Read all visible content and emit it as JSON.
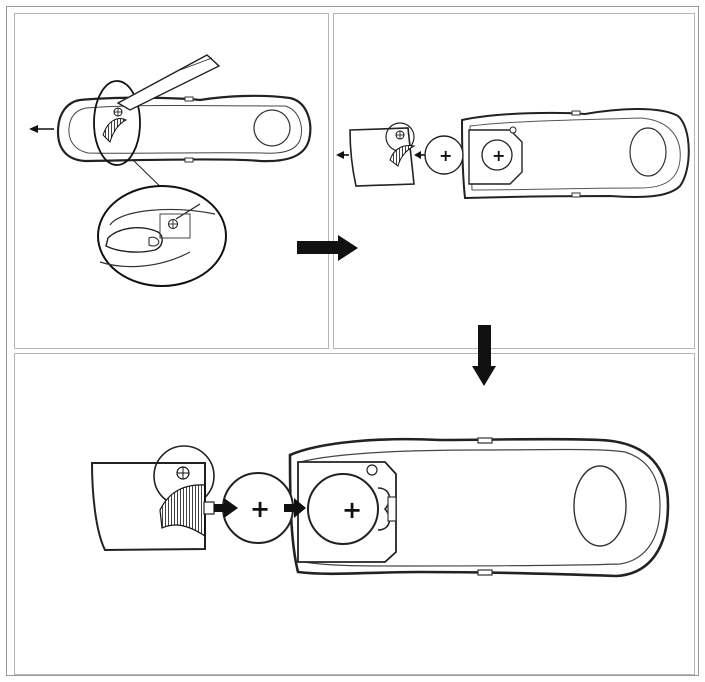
{
  "diagram": {
    "steps": [
      {
        "id": 1,
        "action": "open-battery-door"
      },
      {
        "id": 2,
        "action": "remove-old-battery"
      },
      {
        "id": 3,
        "action": "insert-new-battery"
      }
    ],
    "labels": {
      "battery_plus_small": "+",
      "battery_plus_slot_small": "+",
      "battery_plus_large": "+",
      "battery_plus_slot_large": "+",
      "screw_symbol": "⊕"
    },
    "flow": [
      "step-1-to-step-2-arrow-right",
      "step-2-to-step-3-arrow-down"
    ],
    "colors": {
      "stroke": "#222222",
      "border": "#b5b5b5",
      "accent": "#111111"
    }
  }
}
